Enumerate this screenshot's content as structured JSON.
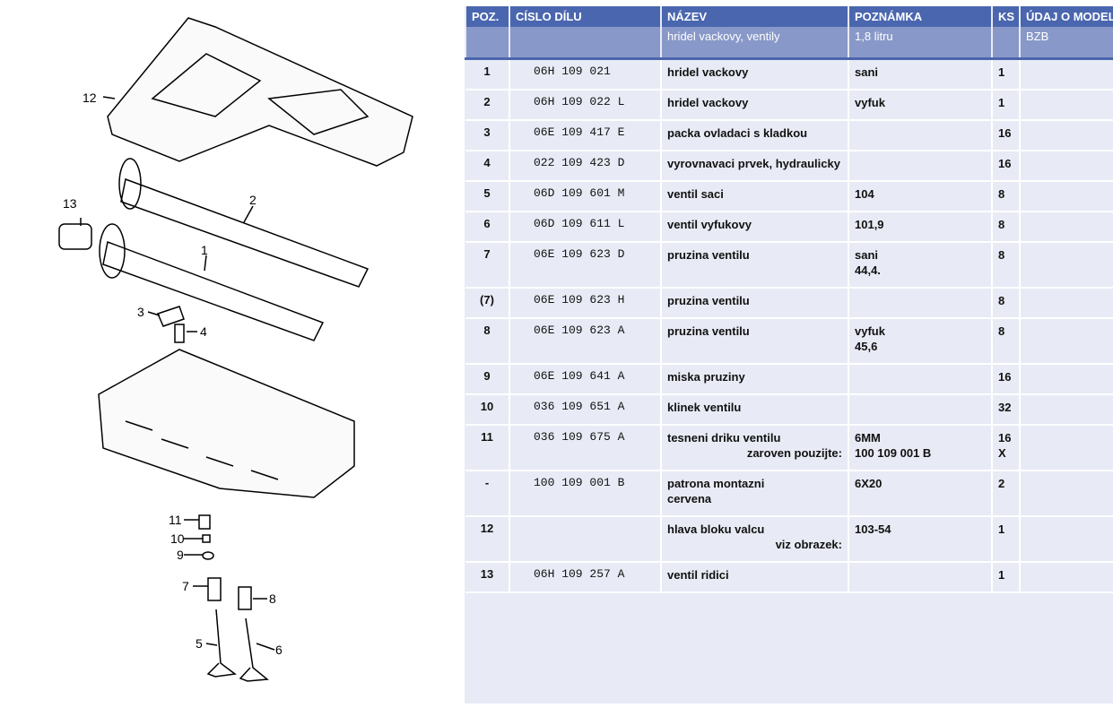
{
  "diagram": {
    "callouts": [
      "12",
      "13",
      "2",
      "1",
      "3",
      "4",
      "11",
      "10",
      "9",
      "7",
      "8",
      "5",
      "6"
    ]
  },
  "table": {
    "headers": [
      "POZ.",
      "CÍSLO DÍLU",
      "NÁZEV",
      "POZNÁMKA",
      "KS",
      "ÚDAJ O MODEL"
    ],
    "subheader": {
      "nazev": "hridel vackovy, ventily",
      "poznamka": "1,8 litru",
      "model": "BZB"
    },
    "rows": [
      {
        "poz": "1",
        "part": "06H 109 021",
        "name": "hridel vackovy",
        "note": "sani",
        "ks": "1"
      },
      {
        "poz": "2",
        "part": "06H 109 022 L",
        "name": "hridel vackovy",
        "note": "vyfuk",
        "ks": "1"
      },
      {
        "poz": "3",
        "part": "06E 109 417 E",
        "name": "packa ovladaci s kladkou",
        "note": "",
        "ks": "16"
      },
      {
        "poz": "4",
        "part": "022 109 423 D",
        "name": "vyrovnavaci prvek, hydraulicky",
        "note": "",
        "ks": "16"
      },
      {
        "poz": "5",
        "part": "06D 109 601 M",
        "name": "ventil saci",
        "note": "104",
        "ks": "8"
      },
      {
        "poz": "6",
        "part": "06D 109 611 L",
        "name": "ventil vyfukovy",
        "note": "101,9",
        "ks": "8"
      },
      {
        "poz": "7",
        "part": "06E 109 623 D",
        "name": "pruzina ventilu",
        "note": "sani",
        "note2": "44,4.",
        "ks": "8"
      },
      {
        "poz": "(7)",
        "part": "06E 109 623 H",
        "name": "pruzina ventilu",
        "note": "",
        "ks": "8"
      },
      {
        "poz": "8",
        "part": "06E 109 623 A",
        "name": "pruzina ventilu",
        "note": "vyfuk",
        "note2": "45,6",
        "ks": "8"
      },
      {
        "poz": "9",
        "part": "06E 109 641 A",
        "name": "miska pruziny",
        "note": "",
        "ks": "16"
      },
      {
        "poz": "10",
        "part": "036 109 651 A",
        "name": "klinek ventilu",
        "note": "",
        "ks": "32"
      },
      {
        "poz": "11",
        "part": "036 109 675 A",
        "name": "tesneni driku ventilu",
        "name2": "zaroven pouzijte:",
        "note": "6MM",
        "note2": "100 109 001 B",
        "ks": "16",
        "ks2": "X"
      },
      {
        "poz": "-",
        "part": "100 109 001 B",
        "name": "patrona montazni",
        "name2l": "cervena",
        "note": "6X20",
        "ks": "2"
      },
      {
        "poz": "12",
        "part": "",
        "name": "hlava bloku valcu",
        "name2": "viz obrazek:",
        "note": "",
        "note2": "103-54",
        "ks": "1"
      },
      {
        "poz": "13",
        "part": "06H 109 257 A",
        "name": "ventil ridici",
        "note": "",
        "ks": "1"
      }
    ]
  }
}
